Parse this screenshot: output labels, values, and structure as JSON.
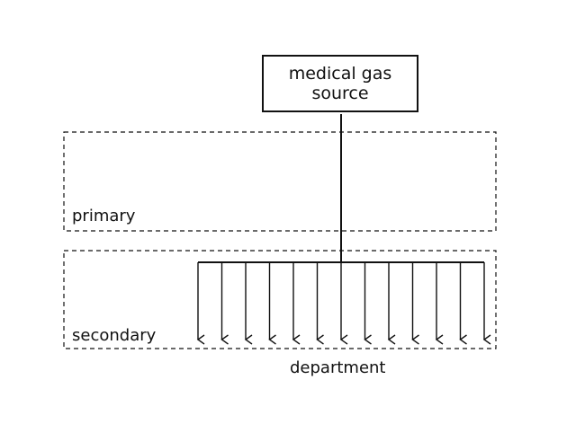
{
  "diagram": {
    "source_label_line1": "medical gas",
    "source_label_line2": "source",
    "zone_primary_label": "primary",
    "zone_secondary_label": "secondary",
    "department_label": "department",
    "outlet_count": 13,
    "colors": {
      "stroke": "#111111",
      "background": "#ffffff"
    }
  }
}
